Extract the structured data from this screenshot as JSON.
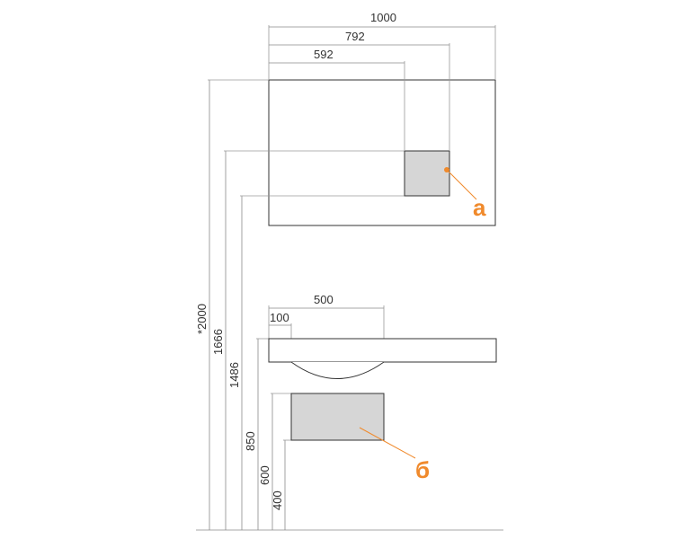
{
  "colors": {
    "accent": "#f08a2c",
    "line": "#333333",
    "shade": "#d6d6d6"
  },
  "dimensions": {
    "width_1000": "1000",
    "width_792": "792",
    "width_592": "592",
    "width_500": "500",
    "width_100": "100",
    "height_2000": "*2000",
    "height_1666": "1666",
    "height_1486": "1486",
    "height_850": "850",
    "height_600": "600",
    "height_400": "400"
  },
  "callouts": {
    "a": "а",
    "b": "б"
  }
}
